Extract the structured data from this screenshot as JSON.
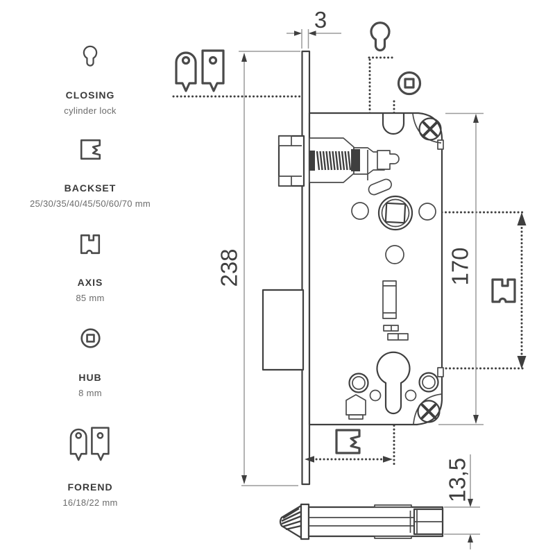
{
  "page": {
    "background": "#ffffff"
  },
  "legend": {
    "items": [
      {
        "icon": "cylinder-keyhole-icon",
        "label": "CLOSING",
        "value": "cylinder lock"
      },
      {
        "icon": "backset-icon",
        "label": "BACKSET",
        "value": "25/30/35/40/45/50/60/70 mm"
      },
      {
        "icon": "axis-icon",
        "label": "AXIS",
        "value": "85 mm"
      },
      {
        "icon": "hub-icon",
        "label": "HUB",
        "value": "8 mm"
      },
      {
        "icon": "forend-icon",
        "label": "FOREND",
        "value": "16/18/22 mm"
      }
    ]
  },
  "drawing": {
    "subject": "mortise lock, front view with bottom side view",
    "dimensions": {
      "faceplate_thickness_mm": "3",
      "faceplate_height_mm": "238",
      "fixing_holes_height_mm": "170",
      "case_depth_mm": "13,5"
    },
    "colors": {
      "line": "#3f3f3f",
      "dimension_line": "#9a9a9a",
      "background": "#ffffff"
    }
  }
}
